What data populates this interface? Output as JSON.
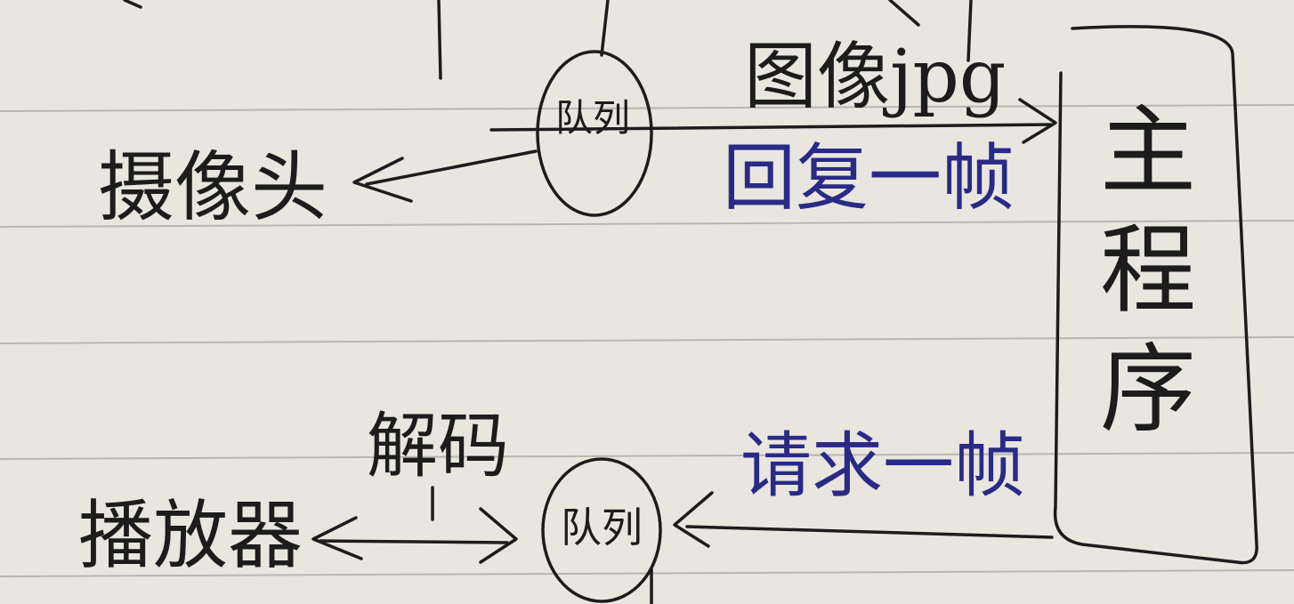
{
  "colors": {
    "paper": "#e9e6e0",
    "rule_line": "#b9b6ae",
    "ink_black": "#1c1c1c",
    "ink_blue": "#2a2a86"
  },
  "labels": {
    "capture_module": "摄像头",
    "queue_top": "队列",
    "image_jpg": "图像jpg",
    "reply_frame": "回复一帧",
    "main_program": "主程序",
    "request_frame": "请求一帧",
    "decode": "解码",
    "queue_bottom": "队列",
    "player": "播放器"
  }
}
